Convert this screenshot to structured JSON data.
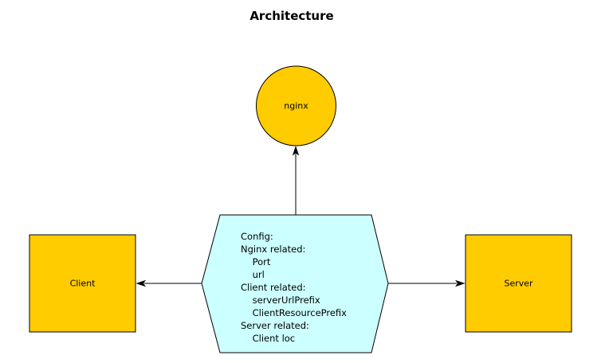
{
  "title": "Architecture",
  "colors": {
    "node_fill": "#FFCC00",
    "hex_fill": "#CCFFFF",
    "stroke": "#000000",
    "text": "#000000",
    "background": "#FFFFFF"
  },
  "nodes": {
    "nginx": {
      "label": "nginx",
      "shape": "circle"
    },
    "client": {
      "label": "Client",
      "shape": "rectangle"
    },
    "server": {
      "label": "Server",
      "shape": "rectangle"
    }
  },
  "hexagon": {
    "shape": "hexagon",
    "lines": [
      "Config:",
      "Nginx related:",
      "    Port",
      "    url",
      "Client related:",
      "    serverUrlPrefix",
      "    ClientResourcePrefix",
      "Server related:",
      "    Client loc"
    ]
  },
  "edges": [
    {
      "from": "config-hexagon",
      "to": "nginx",
      "direction": "up"
    },
    {
      "from": "config-hexagon",
      "to": "client",
      "direction": "left"
    },
    {
      "from": "config-hexagon",
      "to": "server",
      "direction": "right"
    }
  ]
}
